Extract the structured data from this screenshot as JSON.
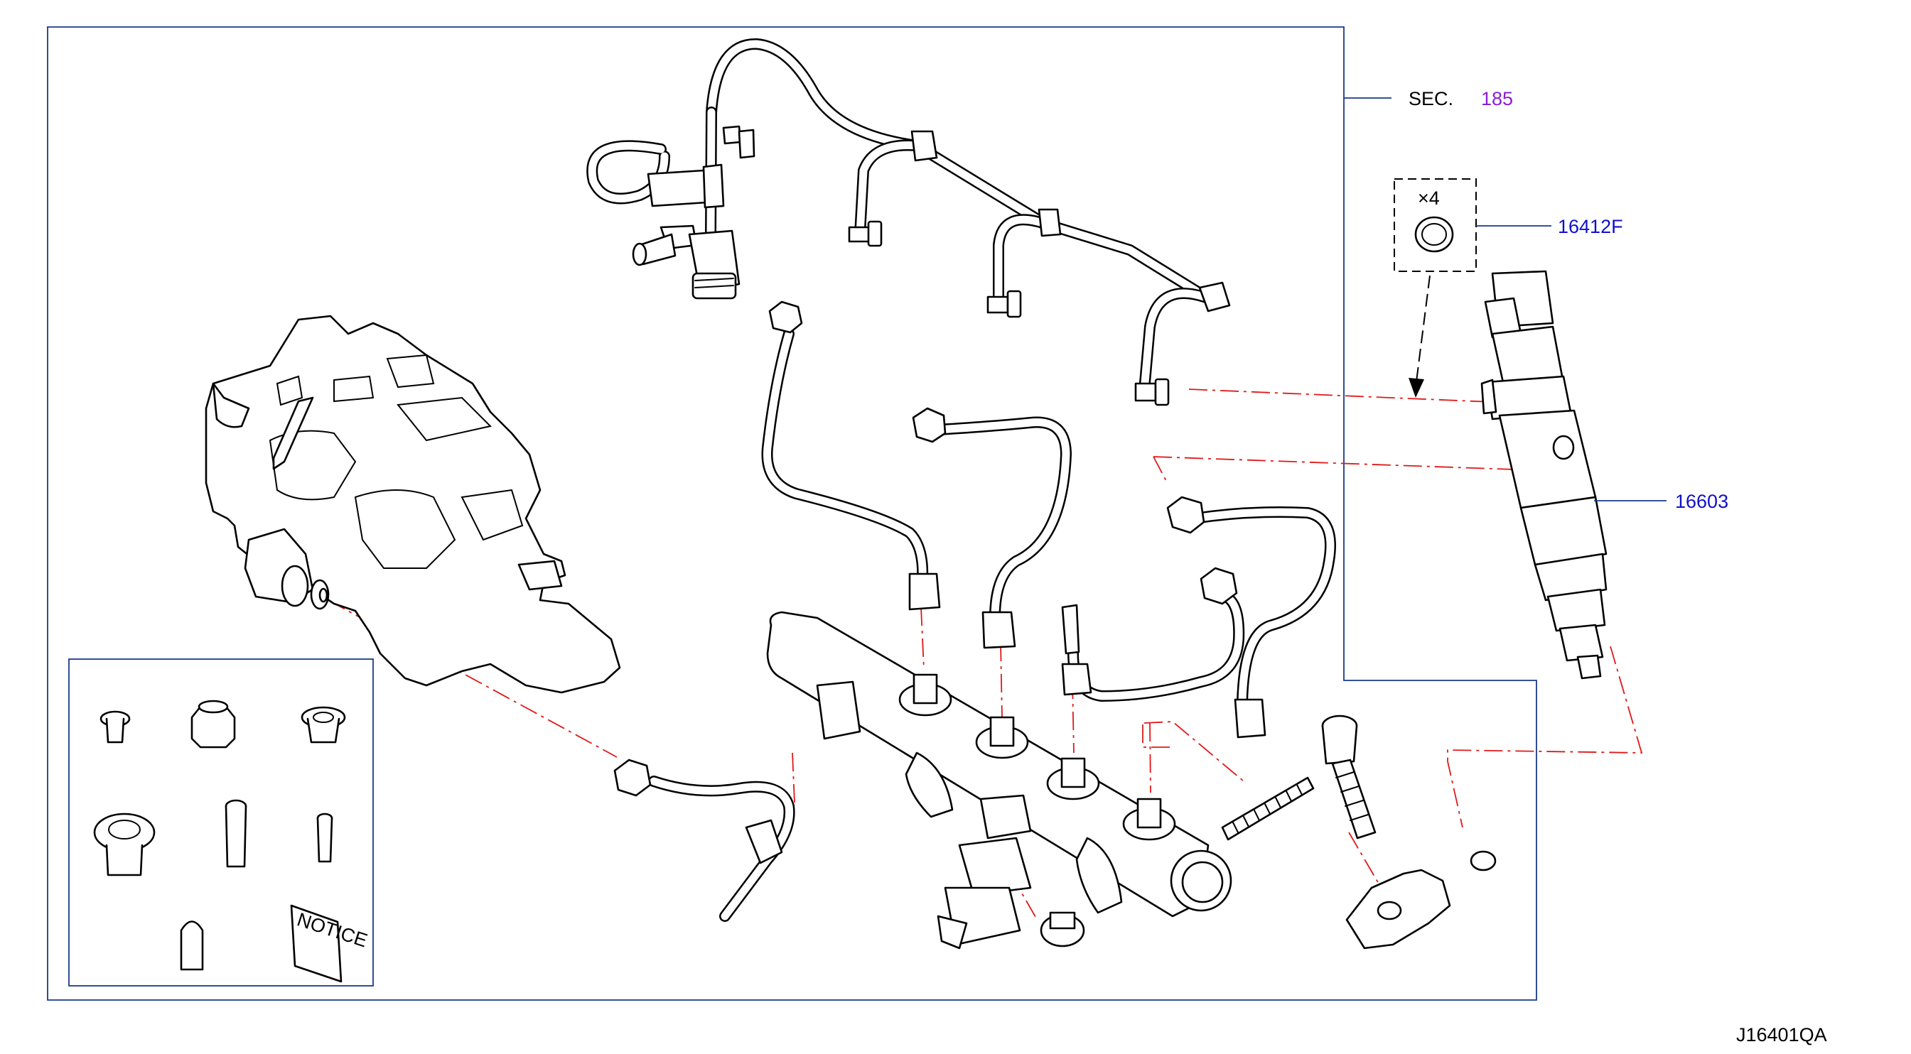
{
  "labels": {
    "sec_prefix": "SEC.",
    "sec_number": "185",
    "o_ring_qty": "×4",
    "o_ring_part": "16412F",
    "injector_part": "16603",
    "notice_text": "NOTICE",
    "diagram_code": "J16401QA"
  },
  "colors": {
    "frame": "#1a3a8a",
    "part_number": "#1010cc",
    "section_ref": "#8a1fd6",
    "alignment_line": "#e01818"
  },
  "icons": [
    "high-pressure-pump",
    "fuel-return-hose-assembly",
    "fuel-rail",
    "high-pressure-pipe",
    "fuel-injector",
    "o-ring",
    "injector-clamp",
    "clamp-bolt",
    "stud",
    "pressure-sensor",
    "flange-nut",
    "kit-parts",
    "notice-leaflet"
  ]
}
